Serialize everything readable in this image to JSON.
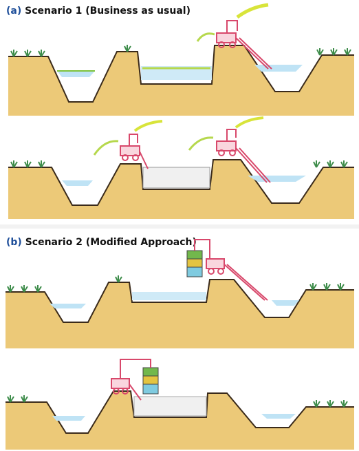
{
  "figure": {
    "panel_a": {
      "label_letter": "(a)",
      "label_text": "Scenario 1 (Business as usual)"
    },
    "panel_b": {
      "label_letter": "(b)",
      "label_text": "Scenario 2 (Modified Approach)"
    }
  },
  "colors": {
    "soil": "#e6c06b",
    "soil_line": "#3a2a1a",
    "water": "#bfe3f5",
    "algae": "#b6d84d",
    "pump": "#d8486b",
    "plant": "#3d8c4a",
    "spray": "#d8e43a",
    "filter_green": "#72b84c",
    "filter_yellow": "#e4c440",
    "filter_blue": "#7fcbe0"
  }
}
